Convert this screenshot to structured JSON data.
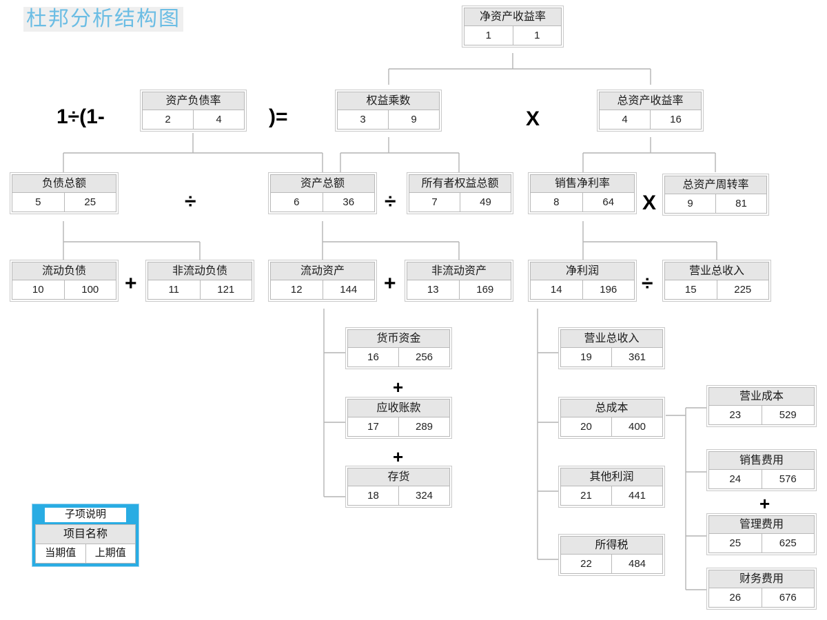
{
  "title": "杜邦分析结构图",
  "colors": {
    "title_text": "#6bbde4",
    "title_bg": "#efefef",
    "legend_accent": "#29ace3",
    "node_header_bg": "#e6e6e6",
    "connector": "#b4b4b4"
  },
  "legend": {
    "caption": "子项说明",
    "item_name": "项目名称",
    "current_label": "当期值",
    "previous_label": "上期值"
  },
  "nodes": [
    {
      "id": "roe",
      "name": "净资产收益率",
      "current": "1",
      "previous": "1"
    },
    {
      "id": "debt-ratio",
      "name": "资产负债率",
      "current": "2",
      "previous": "4"
    },
    {
      "id": "equity-multiplier",
      "name": "权益乘数",
      "current": "3",
      "previous": "9"
    },
    {
      "id": "roa",
      "name": "总资产收益率",
      "current": "4",
      "previous": "16"
    },
    {
      "id": "total-liabilities",
      "name": "负债总额",
      "current": "5",
      "previous": "25"
    },
    {
      "id": "total-assets",
      "name": "资产总额",
      "current": "6",
      "previous": "36"
    },
    {
      "id": "total-equity",
      "name": "所有者权益总额",
      "current": "7",
      "previous": "49"
    },
    {
      "id": "net-profit-margin",
      "name": "销售净利率",
      "current": "8",
      "previous": "64"
    },
    {
      "id": "asset-turnover",
      "name": "总资产周转率",
      "current": "9",
      "previous": "81"
    },
    {
      "id": "current-liab",
      "name": "流动负债",
      "current": "10",
      "previous": "100"
    },
    {
      "id": "noncurrent-liab",
      "name": "非流动负债",
      "current": "11",
      "previous": "121"
    },
    {
      "id": "current-assets",
      "name": "流动资产",
      "current": "12",
      "previous": "144"
    },
    {
      "id": "noncurrent-assets",
      "name": "非流动资产",
      "current": "13",
      "previous": "169"
    },
    {
      "id": "net-profit",
      "name": "净利润",
      "current": "14",
      "previous": "196"
    },
    {
      "id": "revenue-right",
      "name": "营业总收入",
      "current": "15",
      "previous": "225"
    },
    {
      "id": "cash",
      "name": "货币资金",
      "current": "16",
      "previous": "256"
    },
    {
      "id": "receivables",
      "name": "应收账款",
      "current": "17",
      "previous": "289"
    },
    {
      "id": "inventory",
      "name": "存货",
      "current": "18",
      "previous": "324"
    },
    {
      "id": "revenue-sub",
      "name": "营业总收入",
      "current": "19",
      "previous": "361"
    },
    {
      "id": "total-cost",
      "name": "总成本",
      "current": "20",
      "previous": "400"
    },
    {
      "id": "other-profit",
      "name": "其他利润",
      "current": "21",
      "previous": "441"
    },
    {
      "id": "income-tax",
      "name": "所得税",
      "current": "22",
      "previous": "484"
    },
    {
      "id": "operating-cost",
      "name": "营业成本",
      "current": "23",
      "previous": "529"
    },
    {
      "id": "selling-expense",
      "name": "销售费用",
      "current": "24",
      "previous": "576"
    },
    {
      "id": "admin-expense",
      "name": "管理费用",
      "current": "25",
      "previous": "625"
    },
    {
      "id": "finance-expense",
      "name": "财务费用",
      "current": "26",
      "previous": "676"
    }
  ],
  "operators": {
    "formula_prefix": "1÷(1-",
    "formula_suffix": ")=",
    "multiply_roe": "X",
    "divide_liab_assets": "÷",
    "divide_assets_equity": "÷",
    "multiply_margin_turnover": "X",
    "plus_liabilities": "+",
    "plus_assets": "+",
    "divide_profit_revenue": "÷",
    "plus_cash_receivables": "+",
    "plus_receivables_inventory": "+",
    "plus_expenses": "+"
  }
}
